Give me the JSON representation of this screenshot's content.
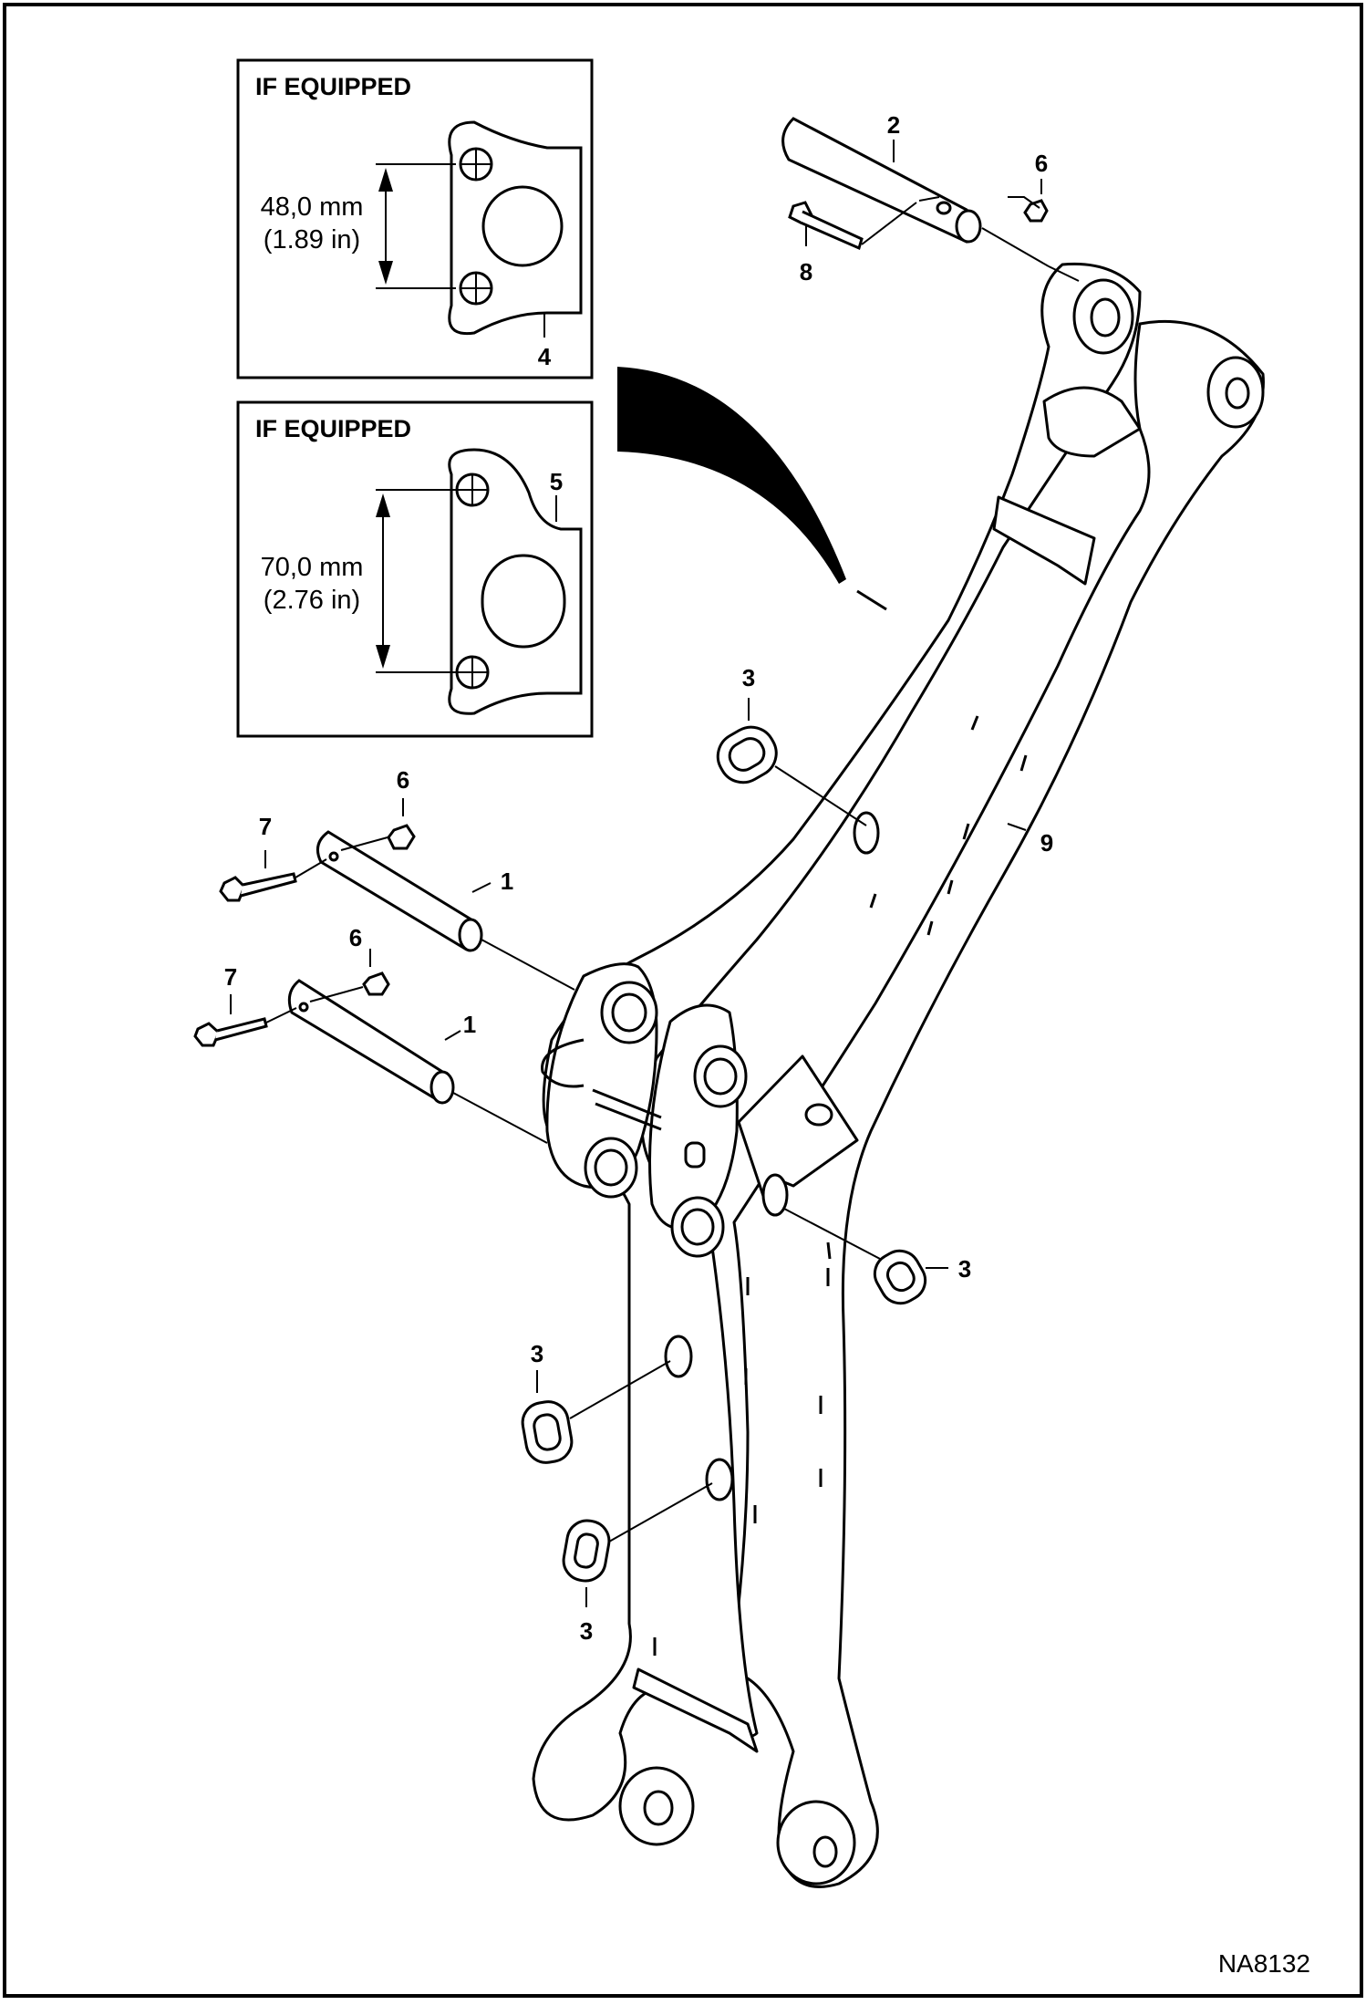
{
  "drawing_id": "NA8132",
  "insets": [
    {
      "title": "IF EQUIPPED",
      "dimension_mm": "48,0 mm",
      "dimension_in": "(1.89 in)",
      "callout": "4"
    },
    {
      "title": "IF EQUIPPED",
      "dimension_mm": "70,0 mm",
      "dimension_in": "(2.76 in)",
      "callout": "5"
    }
  ],
  "callouts": {
    "pin_top": "2",
    "nut_top": "6",
    "bolt_top": "8",
    "arm": "9",
    "pin_upper": "1",
    "pin_lower": "1",
    "nut_upper": "6",
    "nut_lower": "6",
    "bolt_upper": "7",
    "bolt_lower": "7",
    "grommet_upper": "3",
    "grommet_right": "3",
    "grommet_mid": "3",
    "grommet_low": "3"
  }
}
